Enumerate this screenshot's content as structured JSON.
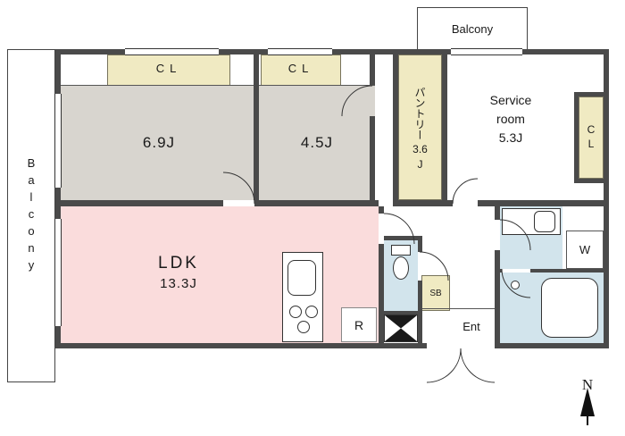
{
  "page": {
    "type": "apartment-floor-plan"
  },
  "colors": {
    "wall": "#4a4a4a",
    "bedroom_fill": "#d8d5cf",
    "ldk_fill": "#fadcdc",
    "closet_fill": "#f0eac2",
    "wet_area_fill": "#d2e4ec"
  },
  "rooms": {
    "balcony_left": {
      "label": "Balcony"
    },
    "balcony_top": {
      "label": "Balcony"
    },
    "bedroom1": {
      "size": "6.9J"
    },
    "bedroom2": {
      "size": "4.5J"
    },
    "closet1": {
      "label": "CL"
    },
    "closet2": {
      "label": "CL"
    },
    "closet3": {
      "label": "CL"
    },
    "pantry": {
      "name": "パントリー",
      "size": "3.6",
      "unit": "J"
    },
    "service_room": {
      "line1": "Service",
      "line2": "room",
      "size": "5.3J"
    },
    "ldk": {
      "name": "LDK",
      "size": "13.3J"
    },
    "refrigerator": {
      "label": "R"
    },
    "shoe_box": {
      "label": "SB"
    },
    "entrance": {
      "label": "Ent"
    },
    "washer": {
      "label": "W"
    }
  },
  "compass": {
    "label": "N"
  }
}
